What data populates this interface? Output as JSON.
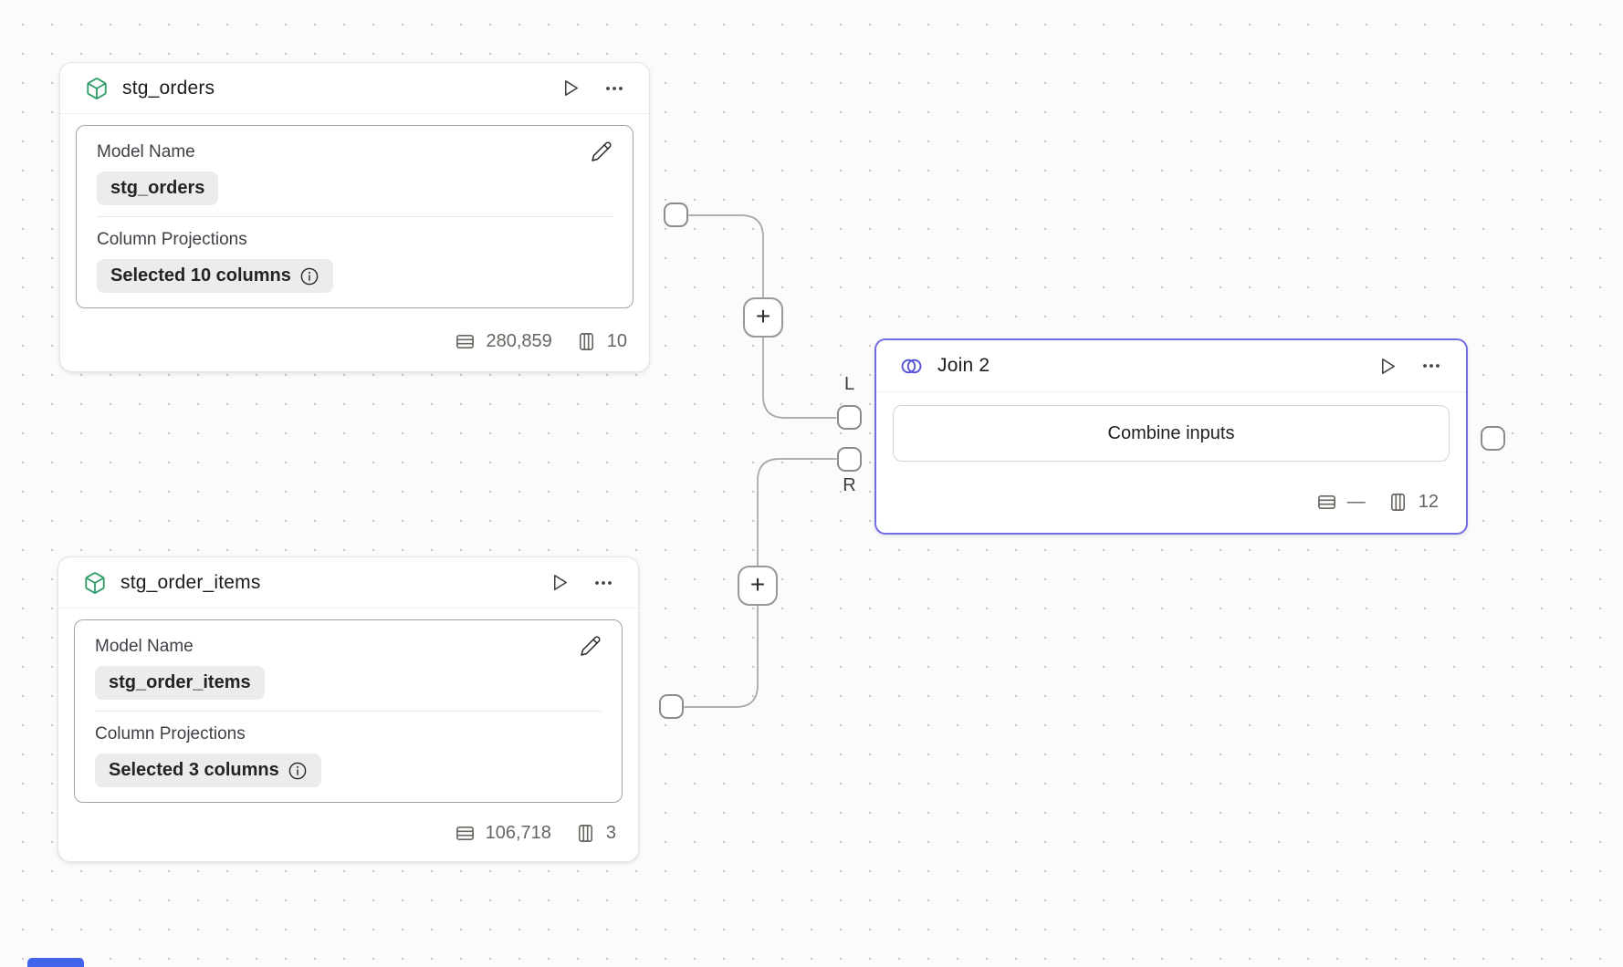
{
  "colors": {
    "canvas-bg": "#fbfbfb",
    "dot": "#c9c9cc",
    "node-border": "#e4e4e7",
    "inner-border": "#a3a3a3",
    "chip-bg": "#ececec",
    "title-text": "#1c1c1e",
    "label-text": "#3f3f46",
    "muted-text": "#68645f",
    "model-accent": "#2f9e6a",
    "join-accent": "#746ce6",
    "join-icon": "#5551d8",
    "edge-stroke": "#a5a5a5",
    "port-border": "#8b8b8b",
    "accent-strip": "#4263eb"
  },
  "icons": {
    "model_type": "box-icon",
    "join_type": "venn-icon",
    "run": "play-icon",
    "menu": "ellipsis-icon",
    "edit": "pencil-icon",
    "rows": "rows-icon",
    "columns": "columns-icon",
    "info": "info-icon",
    "add": "plus-icon"
  },
  "nodes": {
    "stg_orders": {
      "title": "stg_orders",
      "model_name_label": "Model Name",
      "model_name_value": "stg_orders",
      "projections_label": "Column Projections",
      "projections_value": "Selected 10 columns",
      "row_count": "280,859",
      "column_count": "10"
    },
    "stg_order_items": {
      "title": "stg_order_items",
      "model_name_label": "Model Name",
      "model_name_value": "stg_order_items",
      "projections_label": "Column Projections",
      "projections_value": "Selected 3 columns",
      "row_count": "106,718",
      "column_count": "3"
    },
    "join2": {
      "title": "Join 2",
      "button_label": "Combine inputs",
      "row_count": "—",
      "column_count": "12",
      "left_port_label": "L",
      "right_port_label": "R"
    }
  },
  "edges": {
    "add_button_glyph": "+"
  }
}
